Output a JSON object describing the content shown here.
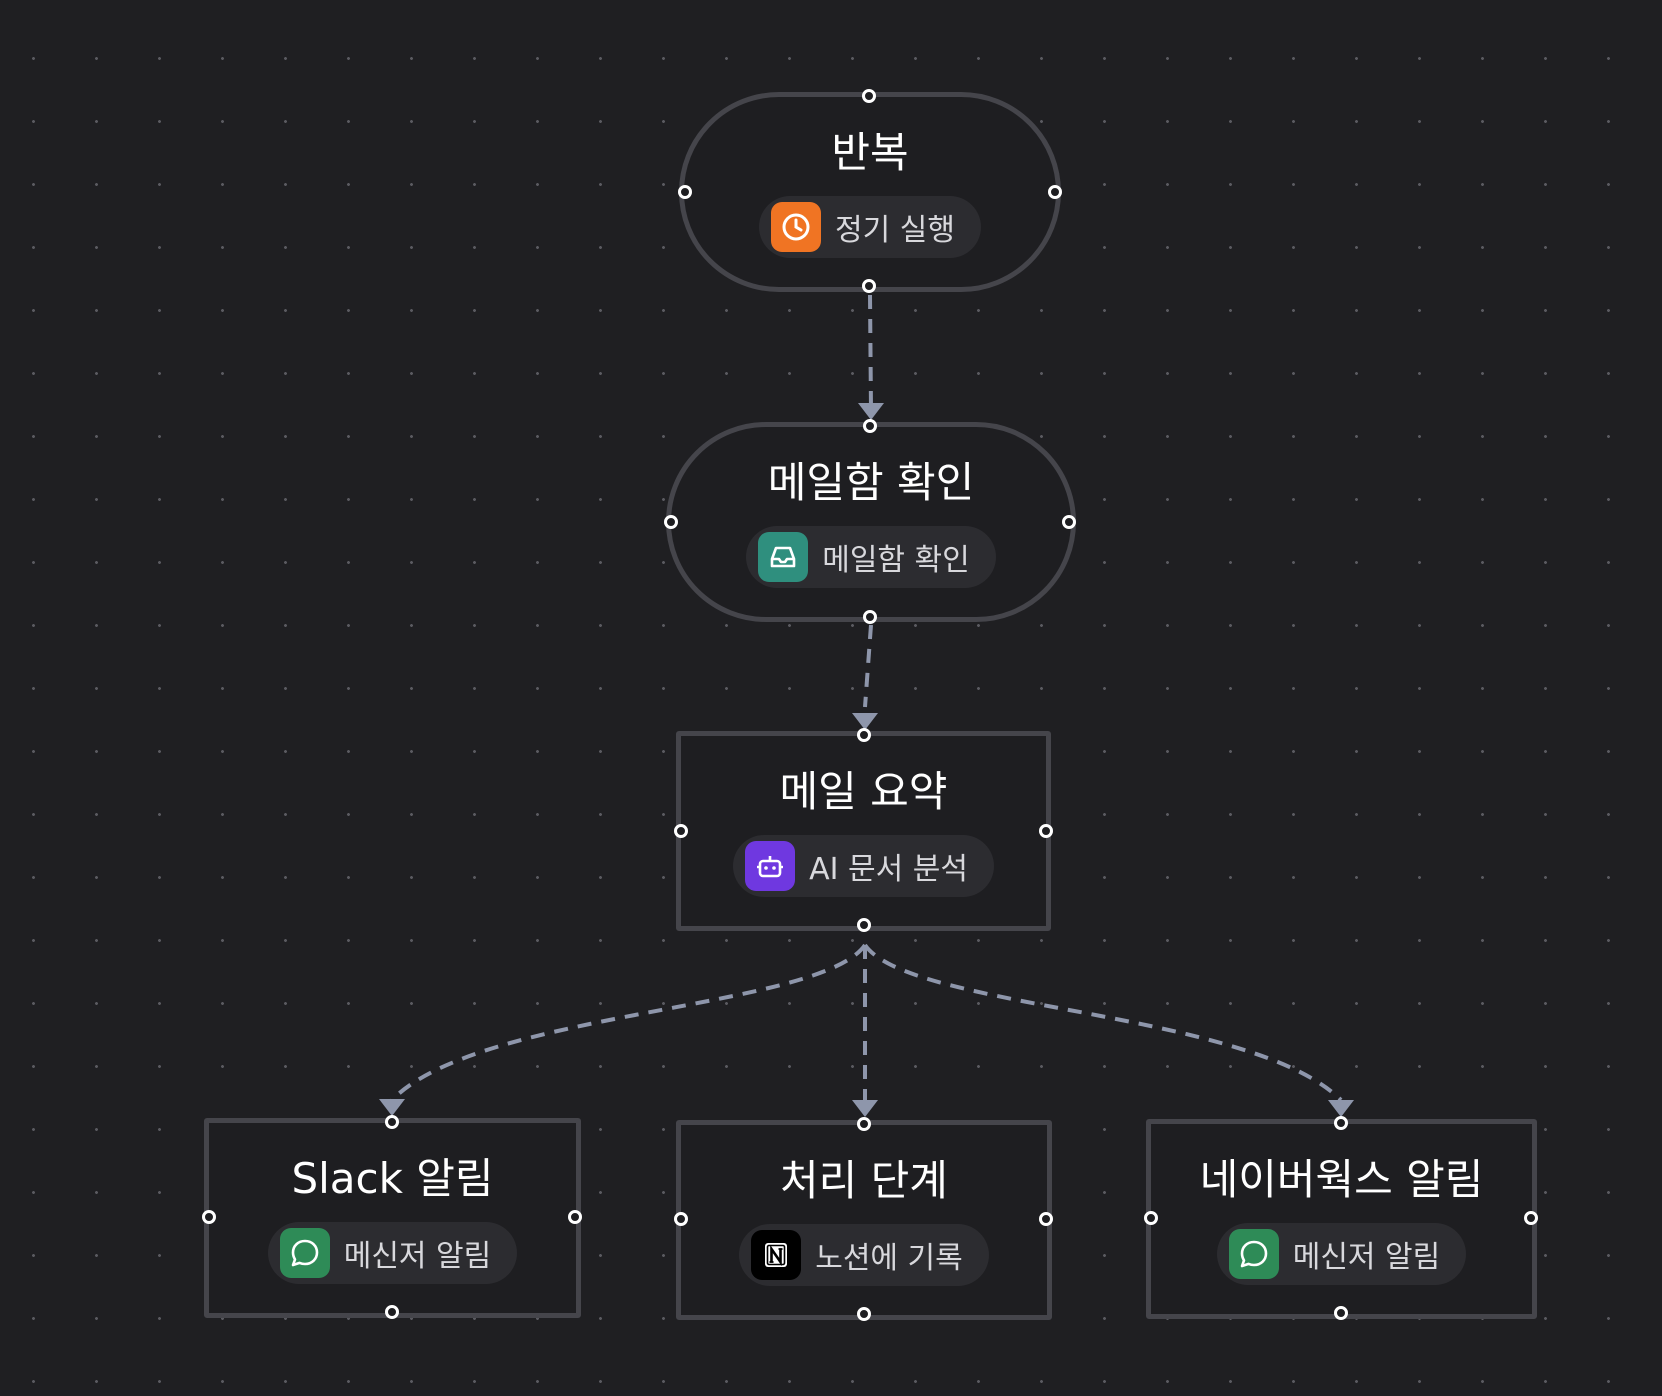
{
  "nodes": {
    "repeat": {
      "title": "반복",
      "tag": "정기 실행",
      "icon": "clock-icon",
      "color": "#f07423"
    },
    "inbox": {
      "title": "메일함 확인",
      "tag": "메일함 확인",
      "icon": "inbox-icon",
      "color": "#2f8f7e"
    },
    "summary": {
      "title": "메일 요약",
      "tag": "AI 문서 분석",
      "icon": "robot-icon",
      "color": "#6f38e0"
    },
    "slack": {
      "title": "Slack 알림",
      "tag": "메신저 알림",
      "icon": "chat-bubble-icon",
      "color": "#2e8b57"
    },
    "process": {
      "title": "처리 단계",
      "tag": "노션에 기록",
      "icon": "notion-icon",
      "color": "#000000"
    },
    "naver": {
      "title": "네이버웍스 알림",
      "tag": "메신저 알림",
      "icon": "chat-bubble-icon",
      "color": "#2e8b57"
    }
  },
  "edge_color": "#8e96ab"
}
